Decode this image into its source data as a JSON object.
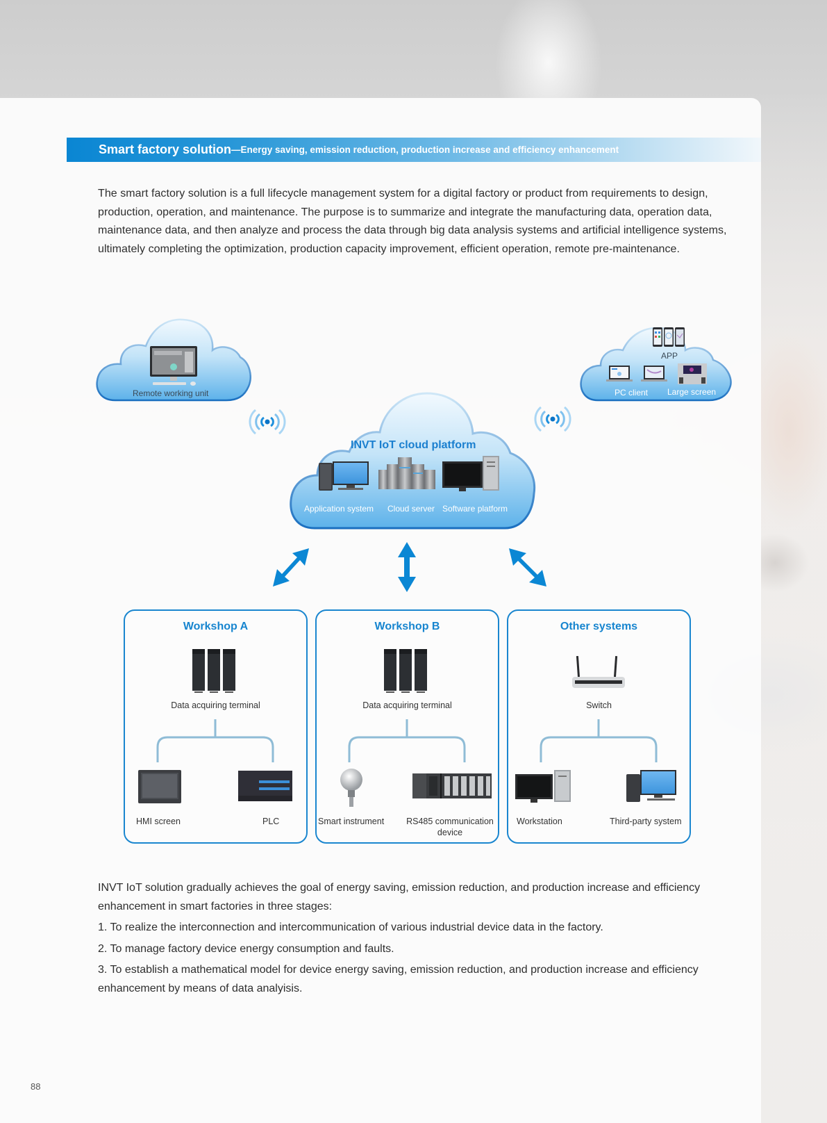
{
  "header": {
    "title": "Smart factory solution",
    "subtitle": "—Energy saving, emission reduction, production increase and efficiency enhancement"
  },
  "intro": "The smart factory solution is a full lifecycle management system for a digital factory or product from requirements to design, production, operation, and maintenance. The purpose is to summarize and integrate the manufacturing data, operation data, maintenance data, and then analyze and process the data through big data analysis systems and artificial intelligence systems, ultimately completing the optimization, production capacity improvement, efficient operation, remote pre-maintenance.",
  "diagram": {
    "remote_cloud": {
      "label": "Remote working unit",
      "device_icon": "desktop-monitor-icon"
    },
    "client_cloud": {
      "app_label": "APP",
      "pc_label": "PC client",
      "screen_label": "Large screen",
      "icons": [
        "smartphone-icon",
        "laptop-icon",
        "large-screen-icon"
      ]
    },
    "platform_cloud": {
      "title": "INVT IoT cloud platform",
      "items": [
        {
          "label": "Application system",
          "icon": "desktop-pc-icon"
        },
        {
          "label": "Cloud server",
          "icon": "server-cluster-icon"
        },
        {
          "label": "Software platform",
          "icon": "workstation-icon"
        }
      ]
    },
    "signal_icon": "wireless-signal-icon",
    "arrow_icon": "bidirectional-arrow-icon",
    "colors": {
      "accent": "#1785cf",
      "arrow": "#0b87d4",
      "connector": "#8fbcd6"
    },
    "groups": [
      {
        "title": "Workshop A",
        "hub": {
          "label": "Data acquiring terminal",
          "icon": "data-terminal-icon"
        },
        "leaves": [
          {
            "label": "HMI screen",
            "icon": "hmi-screen-icon"
          },
          {
            "label": "PLC",
            "icon": "plc-icon"
          }
        ]
      },
      {
        "title": "Workshop B",
        "hub": {
          "label": "Data acquiring terminal",
          "icon": "data-terminal-icon"
        },
        "leaves": [
          {
            "label": "Smart instrument",
            "icon": "smart-instrument-icon"
          },
          {
            "label": "RS485 communication device",
            "icon": "rs485-module-icon"
          }
        ]
      },
      {
        "title": "Other systems",
        "hub": {
          "label": "Switch",
          "icon": "router-switch-icon"
        },
        "leaves": [
          {
            "label": "Workstation",
            "icon": "workstation-icon"
          },
          {
            "label": "Third-party system",
            "icon": "desktop-pc-icon"
          }
        ]
      }
    ]
  },
  "stages": {
    "intro": "INVT IoT solution gradually achieves the goal of energy saving, emission reduction, and production increase and efficiency enhancement in smart factories in three stages:",
    "items": [
      "1. To realize the interconnection and intercommunication of various industrial device data in the factory.",
      "2. To manage factory device energy consumption and faults.",
      "3. To establish a mathematical model for device energy saving, emission reduction, and production increase and efficiency enhancement by means of data analyisis."
    ]
  },
  "page_number": "88"
}
